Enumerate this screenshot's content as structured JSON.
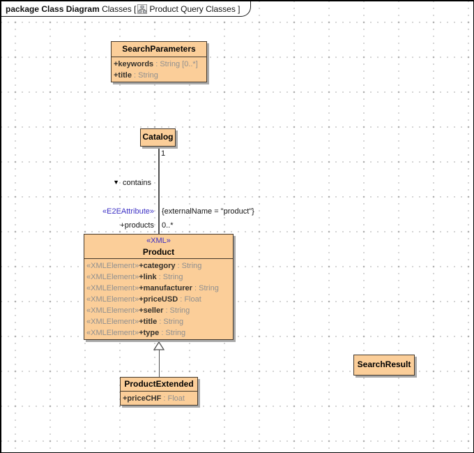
{
  "frame": {
    "kind_label": "package Class Diagram ",
    "context_label": "Classes [",
    "diagram_name": "Product Query Classes ]",
    "icon": "class-diagram-icon"
  },
  "classes": {
    "search_parameters": {
      "name": "SearchParameters",
      "attributes": [
        {
          "name": "+keywords",
          "type": " : String [0..*]"
        },
        {
          "name": "+title",
          "type": " : String"
        }
      ]
    },
    "catalog": {
      "name": "Catalog"
    },
    "product": {
      "stereotype": "«XML»",
      "name": "Product",
      "attributes": [
        {
          "stereotype": "«XMLElement»",
          "name": "+category",
          "type": " : String"
        },
        {
          "stereotype": "«XMLElement»",
          "name": "+link",
          "type": " : String"
        },
        {
          "stereotype": "«XMLElement»",
          "name": "+manufacturer",
          "type": " : String"
        },
        {
          "stereotype": "«XMLElement»",
          "name": "+priceUSD",
          "type": " : Float"
        },
        {
          "stereotype": "«XMLElement»",
          "name": "+seller",
          "type": " : String"
        },
        {
          "stereotype": "«XMLElement»",
          "name": "+title",
          "type": " : String"
        },
        {
          "stereotype": "«XMLElement»",
          "name": "+type",
          "type": " : String"
        }
      ]
    },
    "product_extended": {
      "name": "ProductExtended",
      "attributes": [
        {
          "name": "+priceCHF",
          "type": " : Float"
        }
      ]
    },
    "search_result": {
      "name": "SearchResult"
    }
  },
  "association": {
    "source_multiplicity": "1",
    "direction_arrow": "▼",
    "name": "contains",
    "stereotype": "«E2EAttribute»",
    "constraint": "{externalName = \"product\"}",
    "target_role": "+products",
    "target_multiplicity": "0..*"
  },
  "colors": {
    "class_fill": "#FBCE99",
    "class_border": "#43372A",
    "shadow": "#A9A9A9",
    "stereotype_blue": "#3B2FC4",
    "muted_text": "#8F8F8F",
    "line": "#4F4F4F"
  }
}
